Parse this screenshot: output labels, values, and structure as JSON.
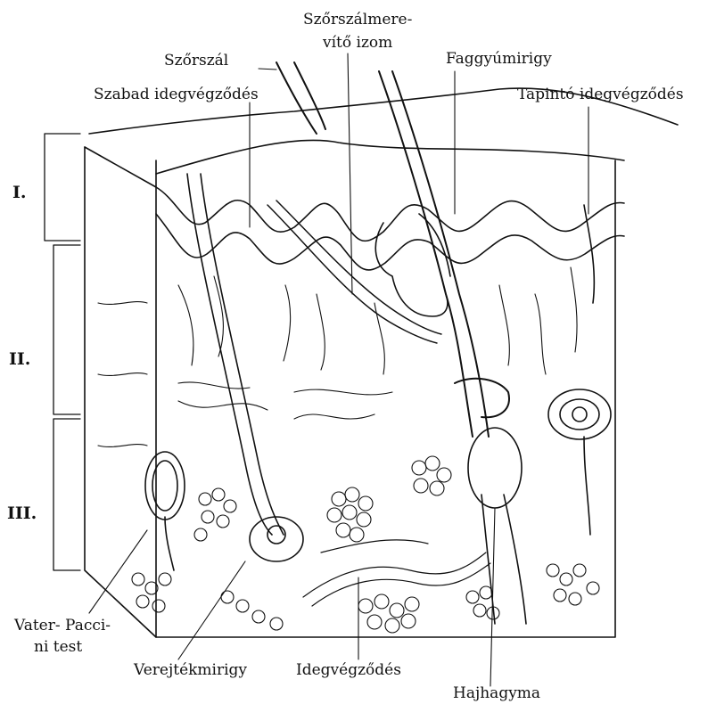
{
  "labels": {
    "hair": "Szőrszál",
    "free_nerve_ending": "Szabad idegvégződés",
    "arrector_line1": "Szőrszálmere-",
    "arrector_line2": "vítő izom",
    "sebaceous": "Faggyúmirigy",
    "tactile": "Tapintó idegvégződés",
    "pacini_line1": "Vater- Pacci-",
    "pacini_line2": "ni test",
    "sweat": "Verejtékmirigy",
    "nerve_ending": "Idegvégződés",
    "bulb": "Hajhagyma"
  },
  "layers": [
    "I.",
    "II.",
    "III."
  ],
  "colors": {
    "ink": "#111111",
    "paper": "#ffffff"
  }
}
